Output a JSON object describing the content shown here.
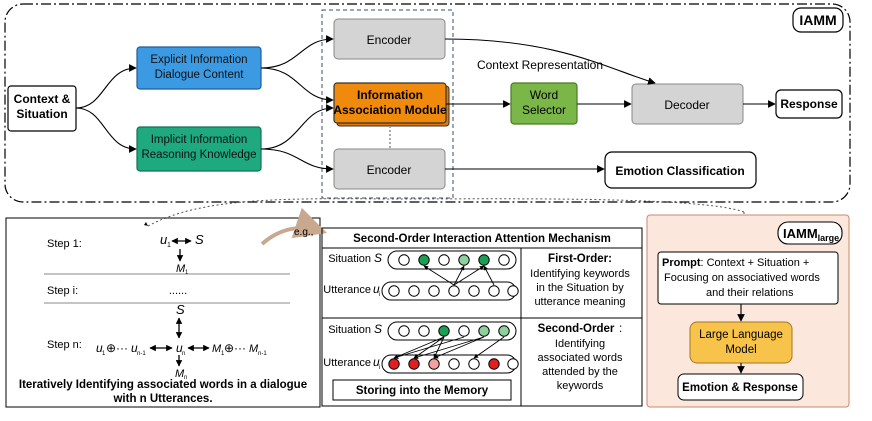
{
  "colors": {
    "explicit": "#3b9ae1",
    "implicit": "#1fa97f",
    "iam": "#f08a0c",
    "word_selector": "#7ab648",
    "gray_box": "#d4d4d4",
    "llm": "#f8c34a",
    "large_panel_bg": "#fbe7dc",
    "node_green": "#1aa055",
    "node_light_green": "#8fd19e",
    "node_red": "#e02020",
    "node_pink": "#f2a0a0"
  },
  "top": {
    "title": "IAMM",
    "context": "Context &\nSituation",
    "explicit": "Explicit Information\nDialogue Content",
    "implicit": "Implicit Information\nReasoning Knowledge",
    "encoder_top": "Encoder",
    "encoder_bottom": "Encoder",
    "iam_module": "Information\nAssociation Module",
    "context_repr": "Context Representation",
    "word_selector": "Word\nSelector",
    "decoder": "Decoder",
    "response": "Response",
    "emotion_cls": "Emotion Classification"
  },
  "left": {
    "step1": "Step 1:",
    "stepi": "Step i:",
    "stepn": "Step n:",
    "dots": "......",
    "caption": "Iteratively Identifying associated words in a dialogue\nwith n Utterances.",
    "eg": "e.g.,"
  },
  "middle": {
    "title": "Second-Order Interaction Attention Mechanism",
    "situation": "Situation",
    "utterance": "Utterance",
    "first_order_title": "First-Order:",
    "first_order_text": "Identifying keywords\nin the Situation by\nutterance meaning",
    "second_order_title": "Second-Order",
    "second_order_text": "Identifying\nassociated words\nattended by the\nkeywords",
    "memory": "Storing into the Memory"
  },
  "right": {
    "title_main": "IAMM",
    "title_sub": "large",
    "prompt_bold": "Prompt",
    "prompt_rest": ": Context + Situation +",
    "prompt_line2": "Focusing on associatived words",
    "prompt_line3": "and their relations",
    "llm": "Large Language\nModel",
    "output": "Emotion & Response"
  }
}
